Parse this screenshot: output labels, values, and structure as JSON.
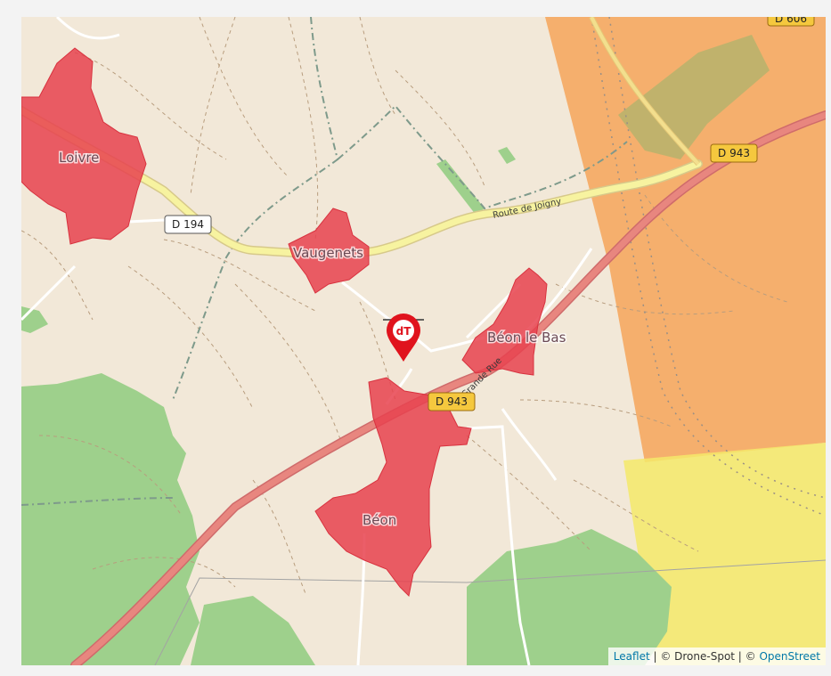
{
  "places": {
    "loivre": "Loivre",
    "vaugenets": "Vaugenets",
    "beon_le_bas": "Béon le Bas",
    "beon": "Béon"
  },
  "roads": {
    "d194": "D 194",
    "d943_east": "D 943",
    "d943_center": "D 943",
    "d606": "D 606",
    "route_de_joigny": "Route de Joigny",
    "grande_rue": "Grande Rue"
  },
  "marker": {
    "logo_text": "dT"
  },
  "attribution": {
    "leaflet": "Leaflet",
    "sep1": " | © Drone-Spot | © ",
    "osm": "OpenStreet"
  },
  "colors": {
    "map_background": "#f2e8d8",
    "restricted_zone_red": "#e8424f",
    "orange_zone": "#f6a45a",
    "yellow_zone": "#f4e96a",
    "forest": "#9ed08c",
    "primary_road": "#e8867f",
    "secondary_road": "#f7f3a0",
    "shield_yellow": "#f5c83e",
    "marker_red": "#e0131d",
    "link_blue": "#0078a8"
  }
}
